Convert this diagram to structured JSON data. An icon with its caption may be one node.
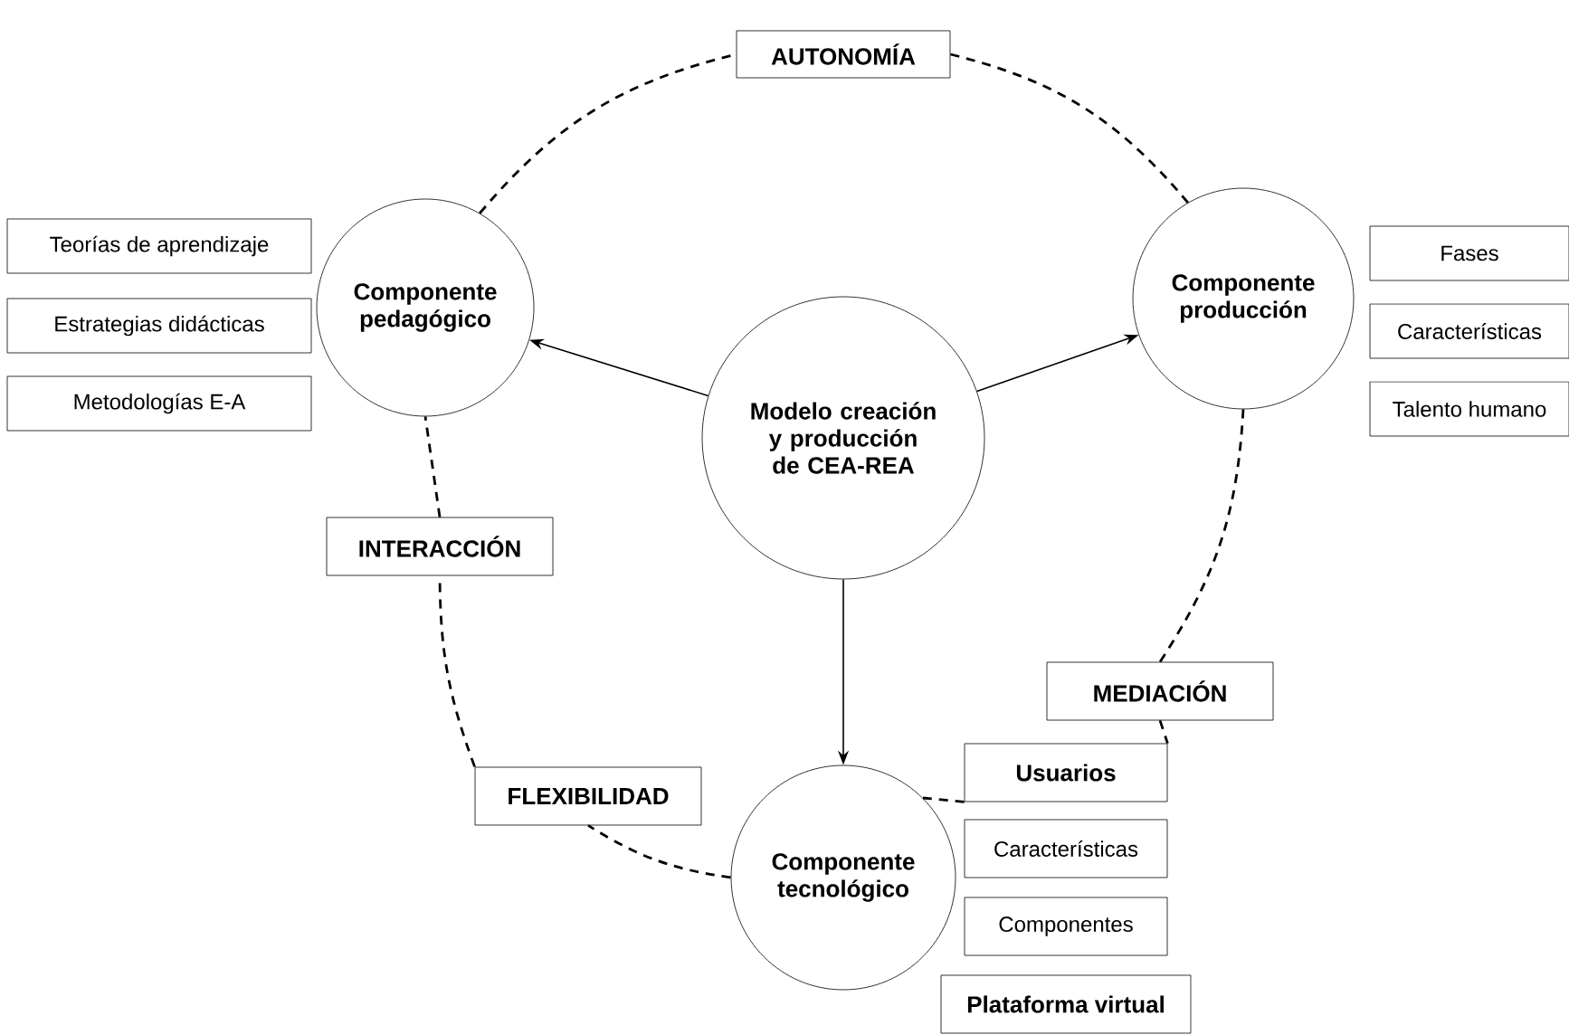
{
  "diagram": {
    "nodes": [
      {
        "text": [
          "AUTONOMÍA"
        ]
      },
      {
        "text": [
          "Teorías de aprendizaje"
        ]
      },
      {
        "text": [
          "Estrategias didácticas"
        ]
      },
      {
        "text": [
          "Metodologías E-A"
        ]
      },
      {
        "text": [
          "Componente pedagógico"
        ]
      },
      {
        "text": [
          "Modelo creación y producción de CEA-REA"
        ]
      },
      {
        "text": [
          "Componente producción"
        ]
      },
      {
        "text": [
          "Fases"
        ]
      },
      {
        "text": [
          "Características"
        ]
      },
      {
        "text": [
          "Talento humano"
        ]
      },
      {
        "text": [
          "INTERACCIÓN"
        ]
      },
      {
        "text": [
          "MEDIACIÓN"
        ]
      },
      {
        "text": [
          "FLEXIBILIDAD"
        ]
      },
      {
        "text": [
          "Componente tecnológico"
        ]
      },
      {
        "text": [
          "Usuarios"
        ]
      },
      {
        "text": [
          "Características"
        ]
      },
      {
        "text": [
          "Componentes"
        ]
      },
      {
        "text": [
          "Plataforma virtual"
        ]
      }
    ],
    "edges": [
      {
        "from": 5,
        "to": 4,
        "arrow": "to"
      },
      {
        "from": 5,
        "to": 6,
        "arrow": "to"
      },
      {
        "from": 5,
        "to": 13,
        "arrow": "to"
      },
      {
        "from": 4,
        "to": 0,
        "arrow": "none",
        "style": "dashed"
      },
      {
        "from": 0,
        "to": 6,
        "arrow": "none",
        "style": "dashed"
      },
      {
        "from": 6,
        "to": 11,
        "arrow": "none",
        "style": "dashed"
      },
      {
        "from": 11,
        "to": 14,
        "arrow": "none",
        "style": "dashed"
      },
      {
        "from": 14,
        "to": 13,
        "arrow": "none",
        "style": "dashed"
      },
      {
        "from": 13,
        "to": 12,
        "arrow": "none",
        "style": "dashed"
      },
      {
        "from": 12,
        "to": 10,
        "arrow": "none",
        "style": "dashed"
      },
      {
        "from": 10,
        "to": 4,
        "arrow": "none",
        "style": "dashed"
      }
    ]
  }
}
